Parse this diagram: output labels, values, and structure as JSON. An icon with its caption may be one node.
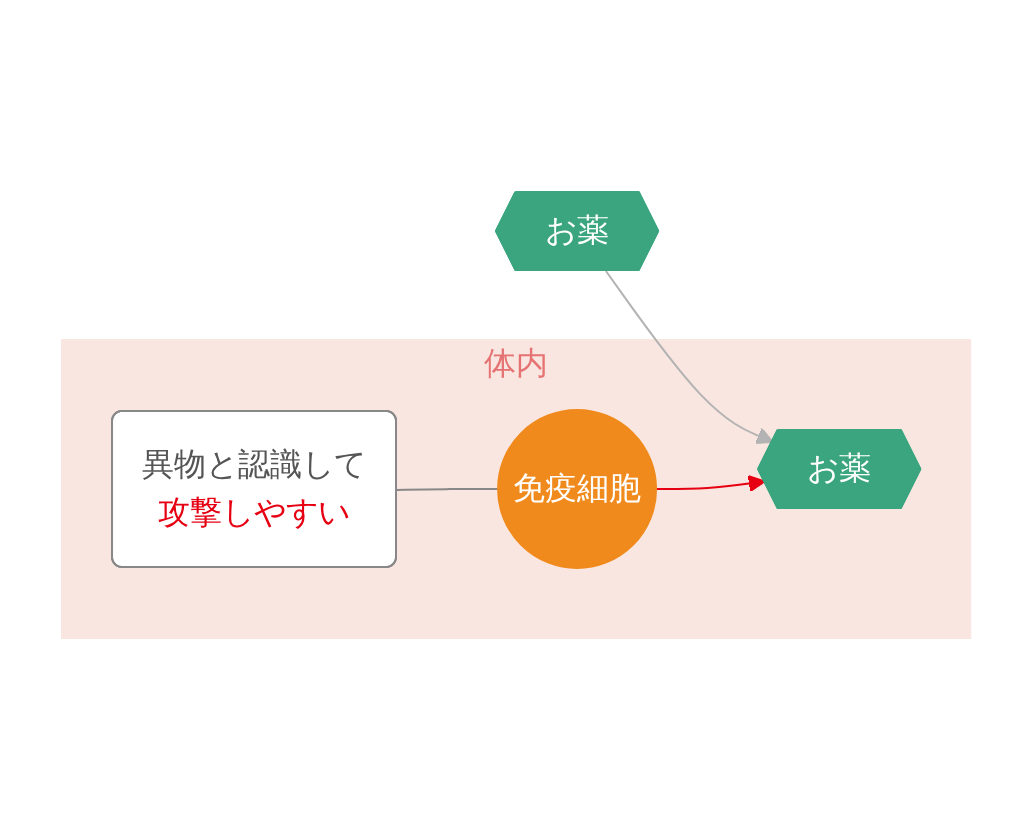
{
  "diagram": {
    "nodes": [
      {
        "text": [
          "体内"
        ]
      },
      {
        "text": [
          "お薬"
        ]
      },
      {
        "text": [
          "お薬"
        ],
        "in": 0
      },
      {
        "text": [
          "免疫細胞"
        ],
        "in": 0
      },
      {
        "text": [
          "異物と認識して",
          "攻撃しやすい"
        ],
        "in": 0
      }
    ],
    "edges": [
      {
        "from": 1,
        "to": 2,
        "arrow": "to",
        "color": "#b3b3b3"
      },
      {
        "from": 3,
        "to": 2,
        "arrow": "to",
        "color": "#e60012"
      },
      {
        "from": 4,
        "to": 3,
        "arrow": "none",
        "color": "#888888"
      }
    ]
  }
}
